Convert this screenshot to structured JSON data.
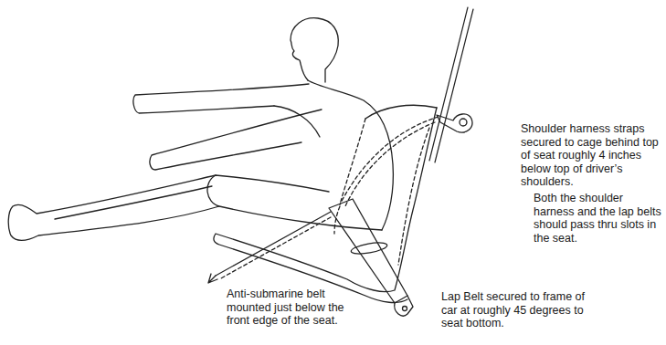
{
  "diagram": {
    "labels": [
      "Shoulder harness straps secured to cage behind top of seat roughly 4 inches below top of driver’s shoulders.",
      "Both the shoulder harness and the lap belts should pass thru slots in the seat.",
      "Anti-submarine belt mounted just below the front edge of the seat.",
      "Lap Belt secured to frame of car at roughly 45 degrees to seat bottom."
    ]
  }
}
